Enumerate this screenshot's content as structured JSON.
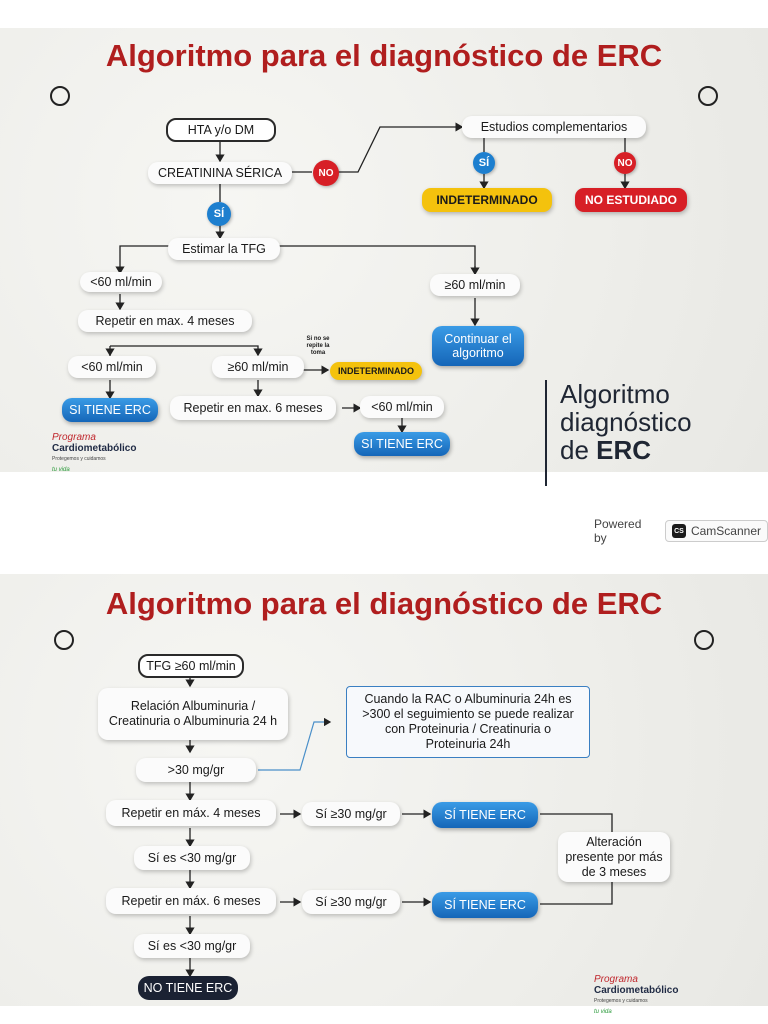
{
  "panel1": {
    "title": "Algoritmo para el diagnóstico de ERC",
    "nodes": {
      "hta": "HTA y/o DM",
      "creatinina": "CREATININA SÉRICA",
      "no1": "NO",
      "si1": "SÍ",
      "estudios": "Estudios complementarios",
      "si2": "SÍ",
      "no2": "NO",
      "indeterminado1": "INDETERMINADO",
      "no_estudiado": "NO ESTUDIADO",
      "estimar": "Estimar la TFG",
      "lt60_a": "<60 ml/min",
      "ge60_a": "≥60 ml/min",
      "repetir4": "Repetir en max. 4 meses",
      "lt60_b": "<60 ml/min",
      "ge60_b": "≥60 ml/min",
      "si_no_repite": "Si no se repite la toma",
      "indeterminado2": "INDETERMINADO",
      "si_tiene_erc1": "SI TIENE ERC",
      "repetir6": "Repetir en max. 6 meses",
      "lt60_c": "<60 ml/min",
      "si_tiene_erc2": "SI TIENE ERC",
      "continuar": "Continuar el algoritmo"
    },
    "side_title": {
      "line1": "Algoritmo",
      "line2": "diagnóstico",
      "line3_pre": "de ",
      "line3_bold": "ERC"
    },
    "logo": {
      "programa": "Programa",
      "cardio": "Cardiometabólico",
      "tagline": "Protegemos y cuidamos",
      "vida": "tu vida"
    }
  },
  "powered": {
    "label": "Powered by",
    "brand": "CamScanner",
    "icon": "CS"
  },
  "panel2": {
    "title": "Algoritmo para el diagnóstico de ERC",
    "nodes": {
      "tfg": "TFG ≥60 ml/min",
      "relacion": "Relación Albuminuria / Creatinuria o Albuminuria 24 h",
      "gt30": ">30 mg/gr",
      "nota": "Cuando la RAC o Albuminuria 24h es >300 el seguimiento se puede realizar con Proteinuria / Creatinuria o Proteinuria 24h",
      "repetir4": "Repetir en máx. 4 meses",
      "si30_a": "Sí ≥30 mg/gr",
      "si_tiene_a": "SÍ TIENE ERC",
      "sies30_a": "Sí es <30 mg/gr",
      "alteracion": "Alteración presente por más de 3 meses",
      "repetir6": "Repetir en máx. 6 meses",
      "si30_b": "Sí ≥30 mg/gr",
      "si_tiene_b": "SÍ TIENE ERC",
      "sies30_b": "Sí es <30 mg/gr",
      "no_tiene": "NO TIENE ERC"
    },
    "logo": {
      "programa": "Programa",
      "cardio": "Cardiometabólico",
      "tagline": "Protegemos y cuidamos",
      "vida": "tu vida"
    }
  },
  "colors": {
    "title_red": "#b01e1e",
    "yes_blue": "#1d7fcf",
    "no_red": "#d71f26",
    "yellow": "#f4c20d",
    "dark": "#1b2233"
  }
}
